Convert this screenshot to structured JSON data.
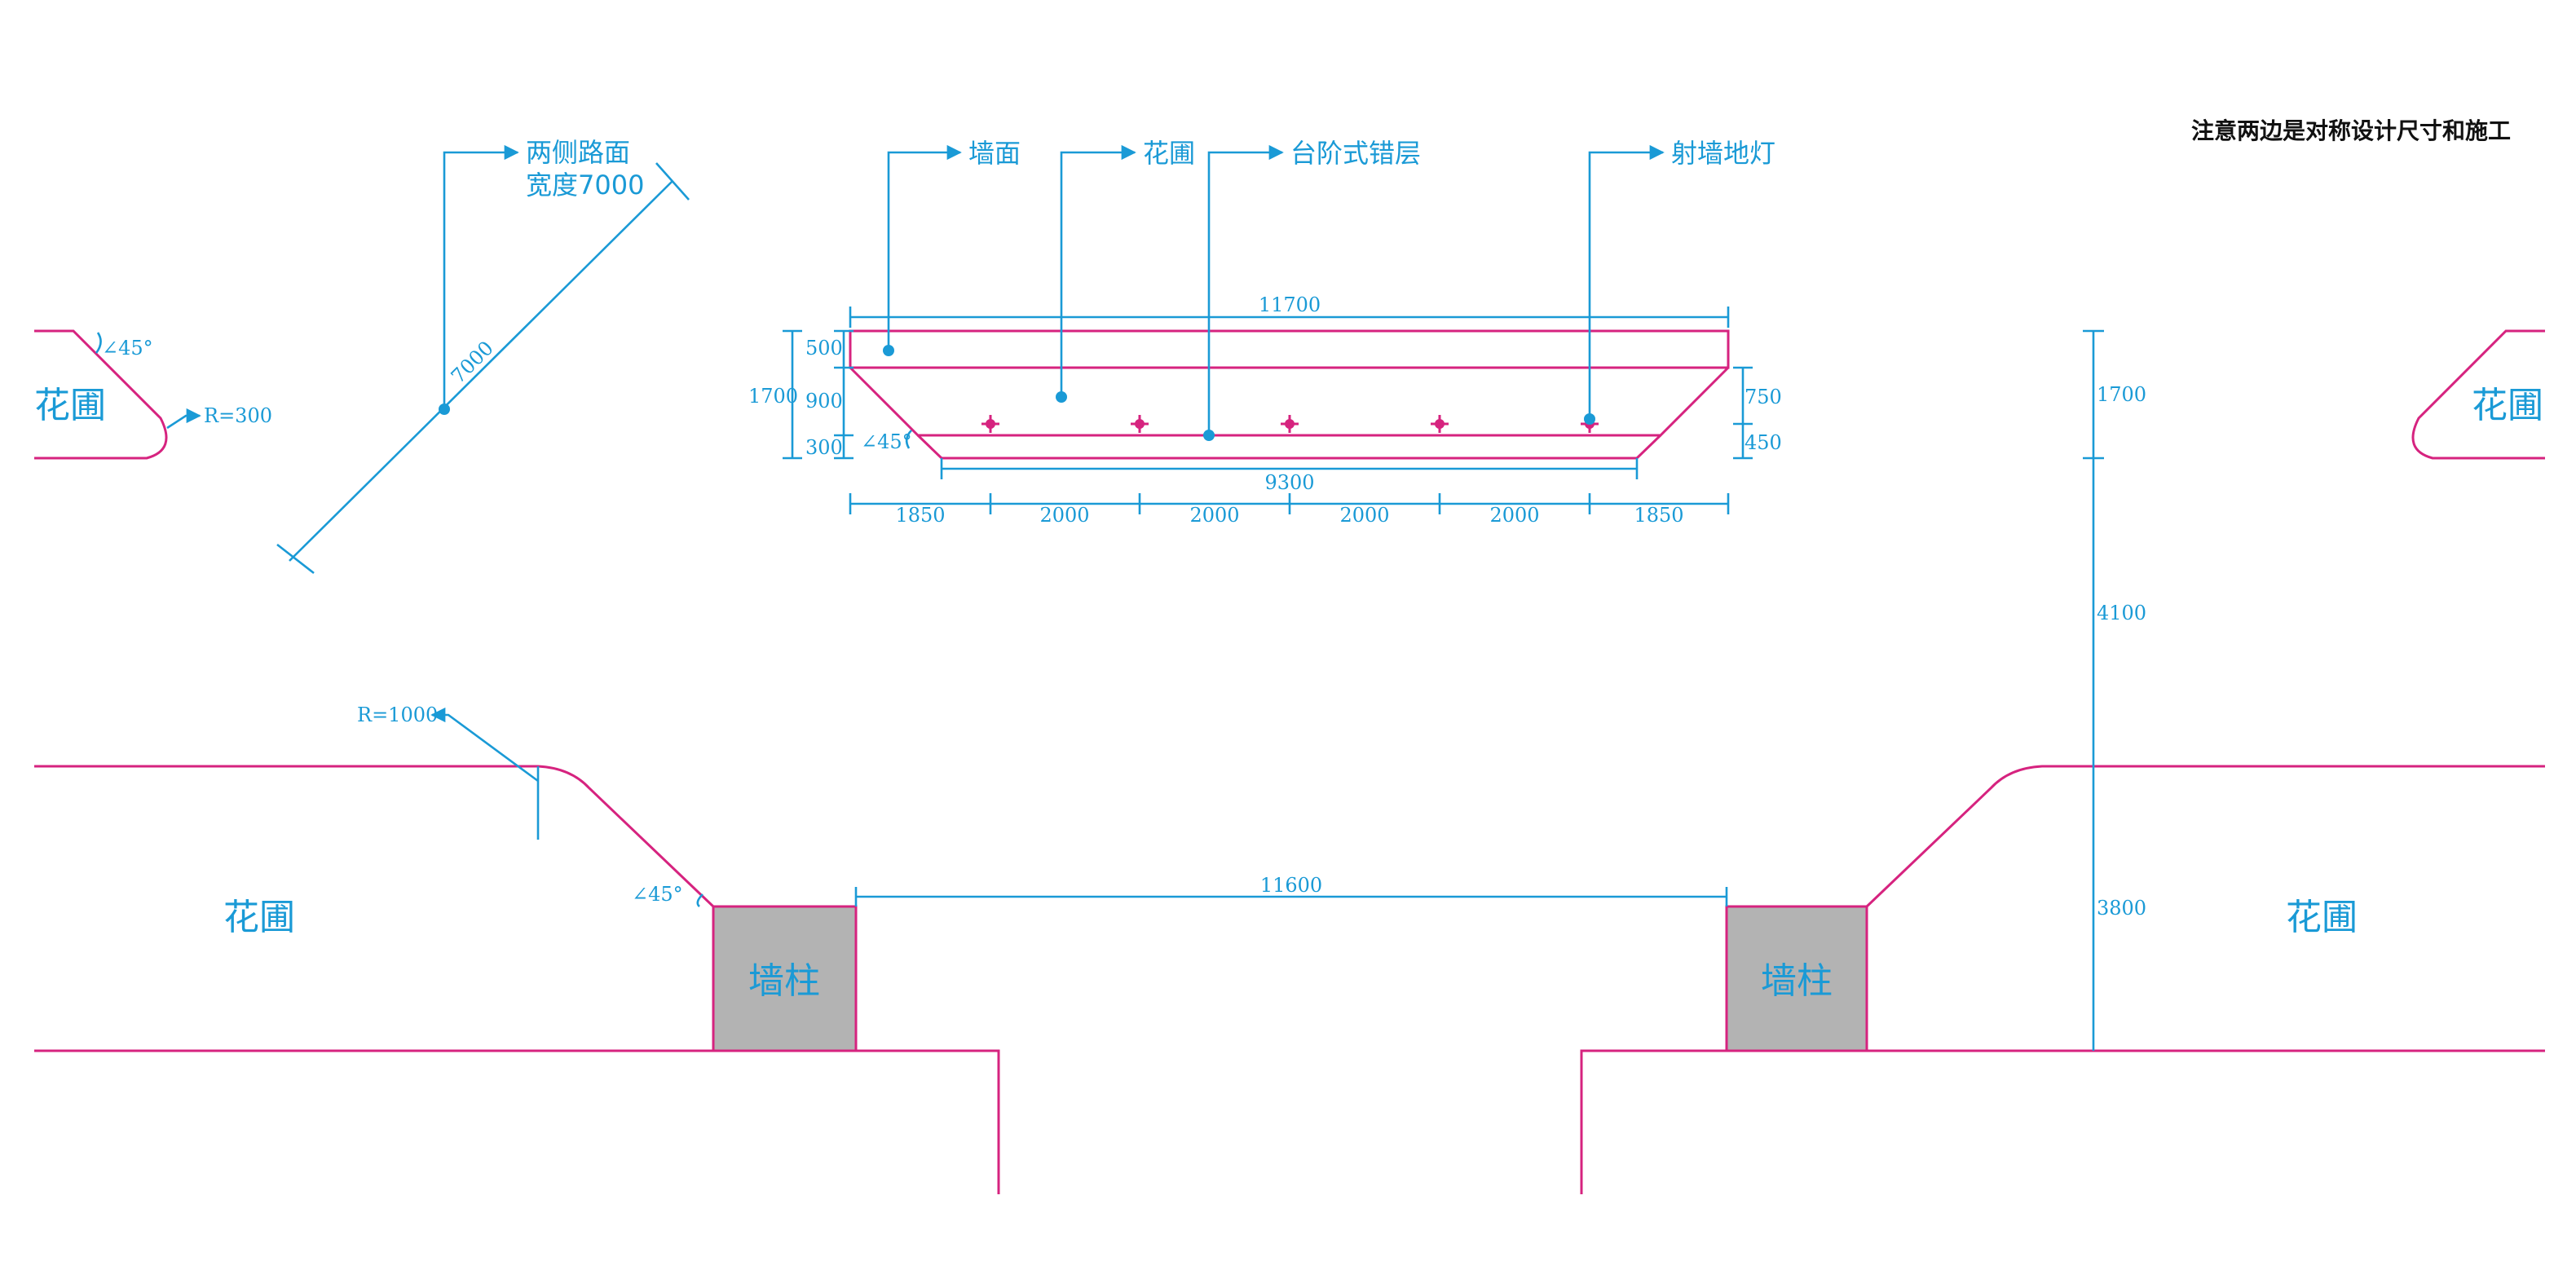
{
  "note": "注意两边是对称设计尺寸和施工",
  "colors": {
    "outline": "#d6237f",
    "annotation": "#1a9ad6",
    "pier_fill": "#b3b3b3",
    "note_text": "#111111"
  },
  "road_callout": {
    "line1": "两侧路面",
    "line2": "宽度7000",
    "dimension": "7000"
  },
  "callouts": {
    "wall_face": "墙面",
    "flower_bed": "花圃",
    "step_level": "台阶式错层",
    "uplight": "射墙地灯"
  },
  "elevation": {
    "top_width": "11700",
    "bottom_width": "9300",
    "left_heights": {
      "total": "1700",
      "top": "500",
      "middle": "900",
      "bottom": "300"
    },
    "right_heights": {
      "upper": "750",
      "lower": "450"
    },
    "angle": "∠45°",
    "bottom_segments": [
      "1850",
      "2000",
      "2000",
      "2000",
      "2000",
      "1850"
    ]
  },
  "plan": {
    "flower_bed": "花圃",
    "pier": "墙柱",
    "gate_width": "11600",
    "corner_radius": "R=1000",
    "small_radius": "R=300",
    "angle": "∠45°",
    "right_heights": {
      "upper": "1700",
      "middle": "4100",
      "lower": "3800"
    }
  }
}
